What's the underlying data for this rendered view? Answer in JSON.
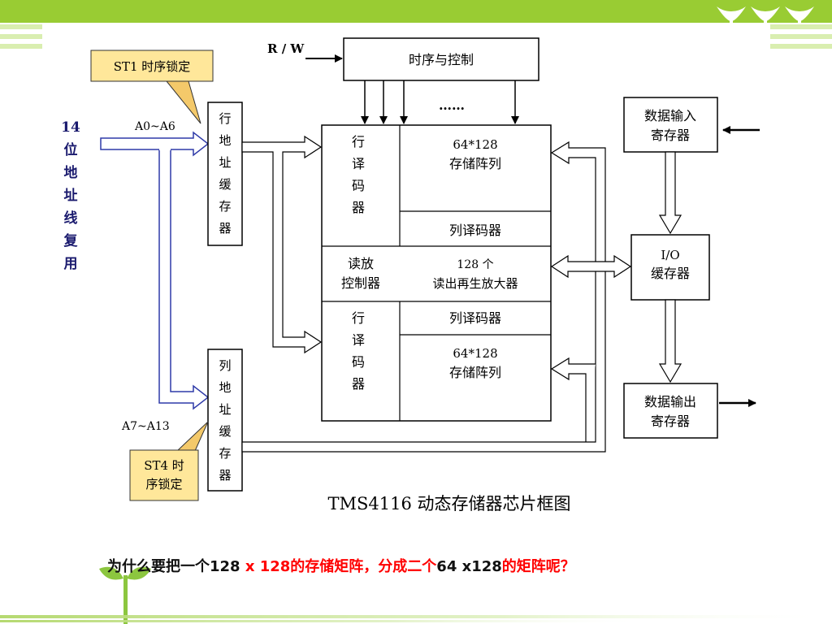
{
  "colors": {
    "top_bar": "#99cc33",
    "stripe": "#d9eeb0",
    "callout_fill": "#ffe79a",
    "callout_tail_fill": "#f4c96a",
    "bus_arrow_stroke": "#2e3aa8",
    "question_black": "#111111",
    "question_red": "#ff0000",
    "bottom_bar": "#b5d970"
  },
  "decor": {
    "corner_icon": "sprout-icon",
    "bottom_icon": "sprout-icon"
  },
  "diagram": {
    "rw_label": "R / W",
    "timing_control": "时序与控制",
    "callout_st1": "ST1 时序锁定",
    "callout_st4_line1": "ST4 时",
    "callout_st4_line2": "序锁定",
    "side_label_lines": [
      "14",
      "位",
      "地",
      "址",
      "线",
      "复",
      "用"
    ],
    "a0_a6": "A0~A6",
    "a7_a13": "A7~A13",
    "row_addr_buffer_chars": [
      "行",
      "地",
      "址",
      "缓",
      "存",
      "器"
    ],
    "col_addr_buffer_chars": [
      "列",
      "地",
      "址",
      "缓",
      "存",
      "器"
    ],
    "row_decoder_top_chars": [
      "行",
      "译",
      "码",
      "器"
    ],
    "row_decoder_bottom_chars": [
      "行",
      "译",
      "码",
      "器"
    ],
    "ellipsis": "……",
    "array_top_line1": "64*128",
    "array_top_line2": "存储阵列",
    "col_decoder_top": "列译码器",
    "sense_ctrl_line1": "读放",
    "sense_ctrl_line2": "控制器",
    "sense_amp_line1": "128 个",
    "sense_amp_line2": "读出再生放大器",
    "col_decoder_bottom": "列译码器",
    "array_bottom_line1": "64*128",
    "array_bottom_line2": "存储阵列",
    "data_in_line1": "数据输入",
    "data_in_line2": "寄存器",
    "io_line1": "I/O",
    "io_line2": "缓存器",
    "data_out_line1": "数据输出",
    "data_out_line2": "寄存器",
    "caption": "TMS4116 动态存储器芯片框图"
  },
  "question": {
    "part1": "为什么要把一个",
    "part2": "128",
    "part3": " x 128",
    "part4": "的存储矩阵，分成二个",
    "part5": "64 x128",
    "part6": "的矩阵呢？"
  }
}
